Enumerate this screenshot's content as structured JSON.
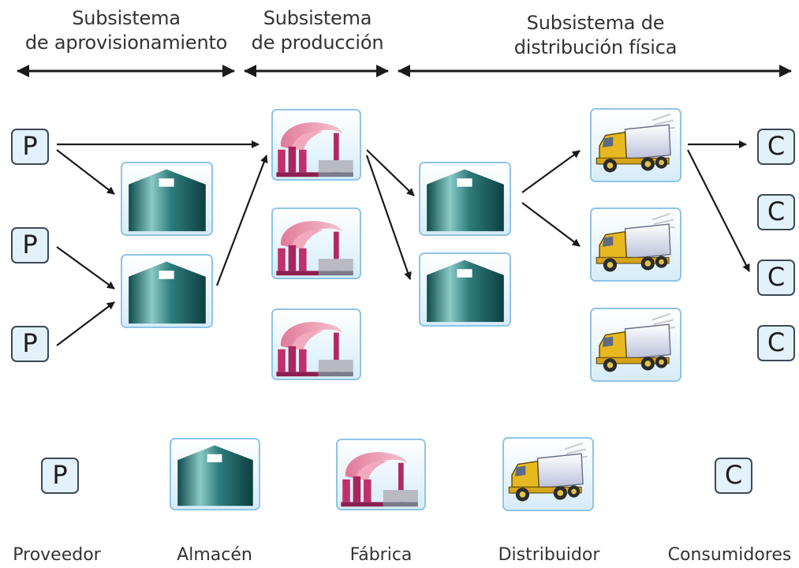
{
  "headers": {
    "supply": {
      "line1": "Subsistema",
      "line2": "de aprovisionamiento"
    },
    "production": {
      "line1": "Subsistema",
      "line2": "de producción"
    },
    "distribution": {
      "line1": "Subsistema de",
      "line2": "distribución física"
    }
  },
  "supplier_letter": "P",
  "consumer_letter": "C",
  "legend": {
    "supplier": "Proveedor",
    "warehouse": "Almacén",
    "factory": "Fábrica",
    "distributor": "Distribuidor",
    "consumers": "Consumidores"
  },
  "icons": {
    "warehouse": "warehouse-icon",
    "factory": "factory-icon",
    "truck": "truck-icon"
  },
  "colors": {
    "tile_border": "#8ec4e6",
    "tile_fill": "#eef7fd",
    "letter_fill": "#e3f1fb",
    "arrow": "#1a1a1a"
  }
}
